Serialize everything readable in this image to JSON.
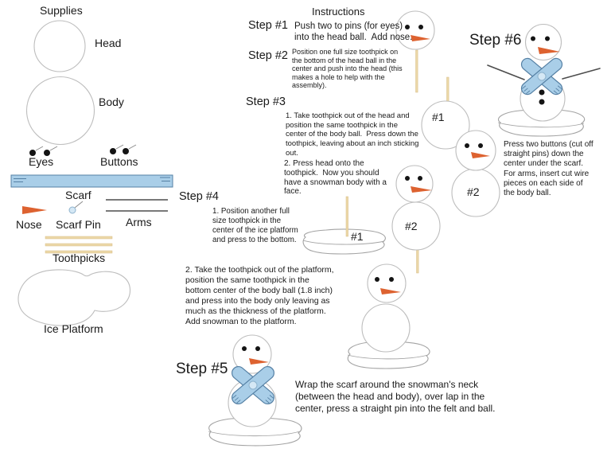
{
  "supplies": {
    "title": "Supplies",
    "labels": {
      "head": "Head",
      "body": "Body",
      "eyes": "Eyes",
      "buttons": "Buttons",
      "scarf": "Scarf",
      "nose": "Nose",
      "scarf_pin": "Scarf Pin",
      "arms": "Arms",
      "toothpicks": "Toothpicks",
      "ice_platform": "Ice Platform"
    }
  },
  "instructions": {
    "title": "Instructions",
    "step1": {
      "label": "Step #1",
      "text": "Push two to pins (for eyes)\ninto the head ball.  Add nose."
    },
    "step2": {
      "label": "Step #2",
      "text": "Position one full size toothpick on\nthe bottom of the head ball in the\ncenter and push into the head (this\nmakes a hole to help with the\nassembly)."
    },
    "step3": {
      "label": "Step #3",
      "part1": "1. Take toothpick out of the head and\nposition the same toothpick in the\ncenter of the body ball.  Press down the\ntoothpick, leaving about an inch sticking\nout.",
      "part2": "2. Press head onto the\ntoothpick.  Now you should\nhave a snowman body with a\nface."
    },
    "step4": {
      "label": "Step #4",
      "part1": "1. Position another full\nsize toothpick in the\ncenter of the ice platform\nand press to the bottom.",
      "part2": "2. Take the toothpick out of the platform,\nposition the same toothpick in the\nbottom center of the body ball (1.8 inch)\nand press into the body only leaving as\nmuch as the thickness of the platform.\nAdd snowman to the platform."
    },
    "step5": {
      "label": "Step #5",
      "text": "Wrap the scarf around the snowman's neck\n(between the head and body), over lap in the\ncenter, press a straight pin into the felt and ball."
    },
    "step6": {
      "label": "Step #6",
      "text": "Press two buttons (cut off\nstraight pins) down the\ncenter under the scarf.\nFor arms, insert cut wire\npieces on each side of\nthe body ball."
    }
  },
  "assembly": {
    "step3_ball_label": "#1",
    "step3_body_label": "#2",
    "step4_platform_label": "#1",
    "step4_body_label": "#2"
  },
  "colors": {
    "outline": "#bdbdbd",
    "platform": "#a3a3a3",
    "nose": "#dd6230",
    "toothpick": "#ecd8a8",
    "dot": "#141414",
    "arm": "#4d4d4d",
    "scarf": "#a9cee8",
    "scarf_edge": "#5580a4",
    "pin_head": "#d5e8f5",
    "pin_edge": "#8db2cd",
    "text": "#1a1a1a"
  }
}
